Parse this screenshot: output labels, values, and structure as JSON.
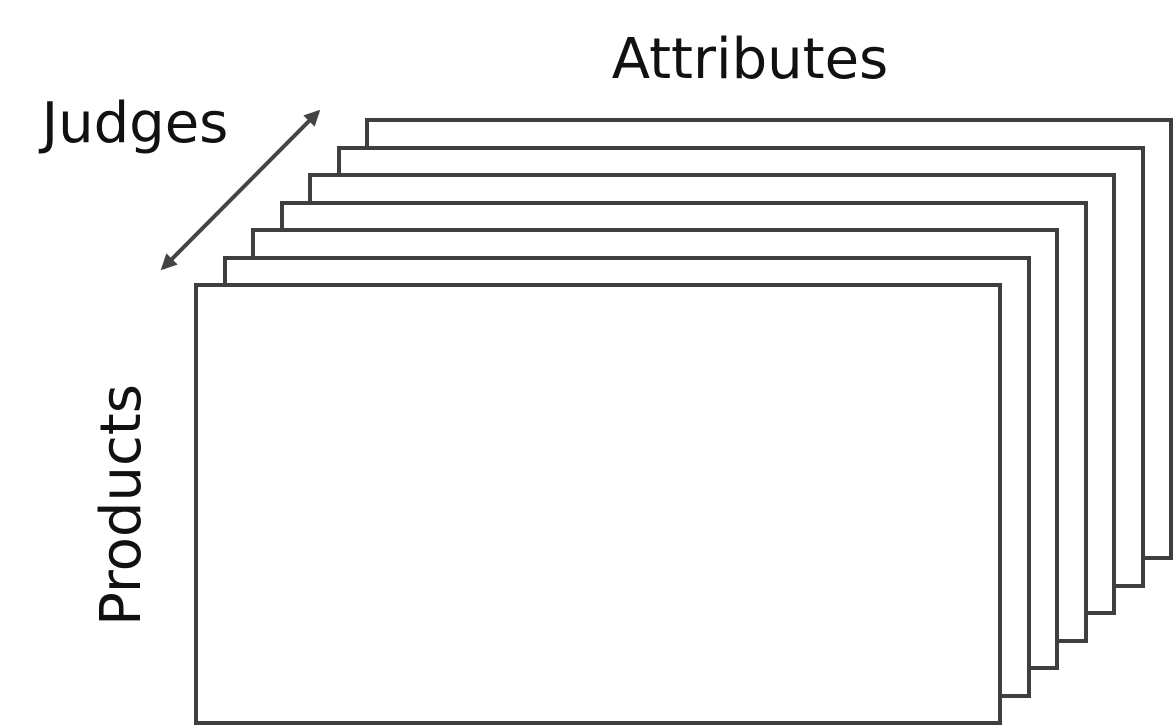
{
  "diagram": {
    "labels": {
      "attributes": "Attributes",
      "judges": "Judges",
      "products": "Products"
    },
    "sheet_count": 7,
    "colors": {
      "stroke": "#3f3f3f",
      "text": "#111111",
      "arrow": "#444444",
      "background": "#ffffff"
    }
  }
}
